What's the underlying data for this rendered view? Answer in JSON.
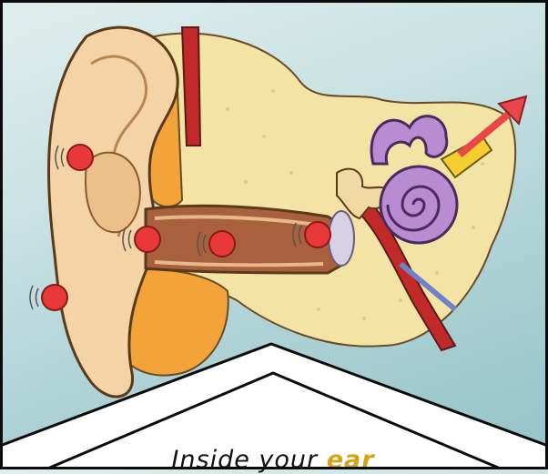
{
  "caption": {
    "prefix": "Inside your",
    "highlight": "ear"
  },
  "illustration": {
    "subject": "ear-anatomy-cross-section",
    "sound_dot_count": 5
  },
  "colors": {
    "outer_ear_skin": "#f4d3a6",
    "ear_canal": "#a8603d",
    "bone_tissue": "#f3e4a6",
    "cartilage": "#f2a43a",
    "cochlea": "#b98bd0",
    "artery": "#c22a2a",
    "sound_dot": "#e83838",
    "arrow": "#e8474a",
    "highlight_word": "#d6a317"
  }
}
